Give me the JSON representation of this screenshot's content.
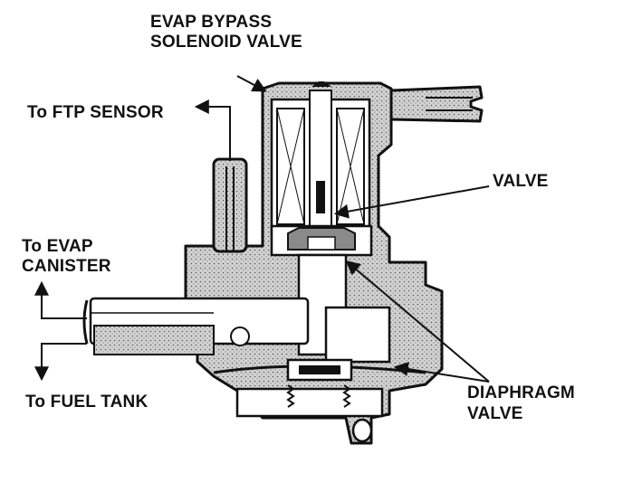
{
  "labels": {
    "solenoid_line1": "EVAP BYPASS",
    "solenoid_line2": "SOLENOID  VALVE",
    "ftp": "To FTP SENSOR",
    "valve": "VALVE",
    "canister_line1": "To EVAP",
    "canister_line2": "CANISTER",
    "fuel_tank": "To FUEL TANK",
    "diaphragm_line1": "DIAPHRAGM",
    "diaphragm_line2": "VALVE"
  }
}
